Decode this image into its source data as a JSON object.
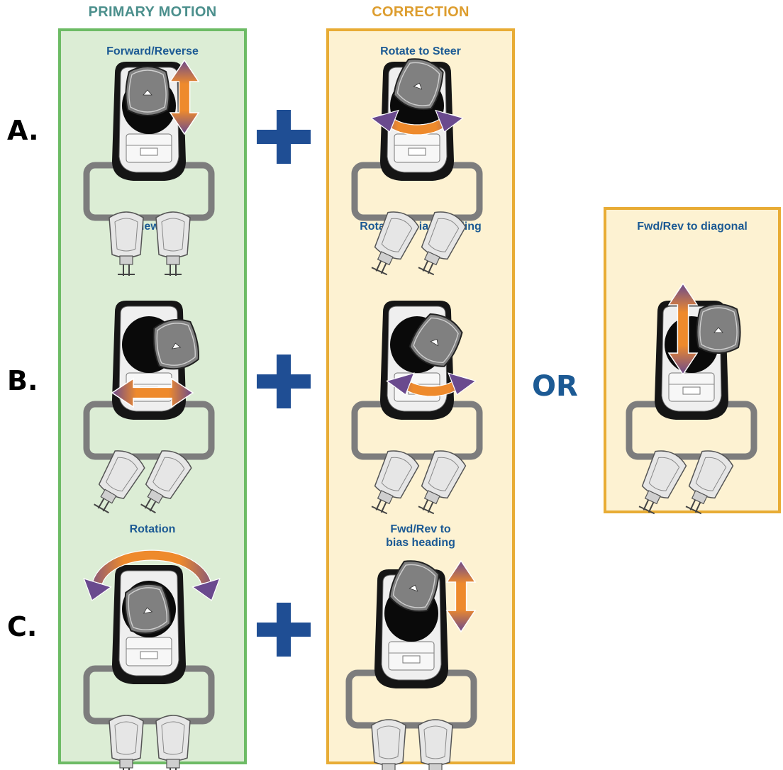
{
  "columns": {
    "primary": {
      "title": "PRIMARY MOTION",
      "color": "#4b8f8c"
    },
    "correction": {
      "title": "CORRECTION",
      "color": "#dd9d2e"
    }
  },
  "rows": [
    {
      "label": "A.",
      "primary_caption": "Forward/Reverse",
      "correction_caption": "Rotate to Steer"
    },
    {
      "label": "B.",
      "primary_caption": "Sideways",
      "correction_caption": "Rotate to bias heading"
    },
    {
      "label": "C.",
      "primary_caption": "Rotation",
      "correction_caption_line1": "Fwd/Rev to",
      "correction_caption_line2": "bias heading"
    }
  ],
  "alternative": {
    "or_label": "OR",
    "caption": "Fwd/Rev to diagonal"
  },
  "colors": {
    "caption_text": "#1c5a94",
    "plus_sign": "#1f4e94",
    "or_text": "#1c5a94",
    "arrow_orange": "#ee8a2c",
    "arrow_purple": "#6a4a8e",
    "panel_green_fill": "#dcedd5",
    "panel_green_border": "#6dbb65",
    "panel_yellow_fill": "#fdf2d2",
    "panel_yellow_border": "#e8ac35"
  },
  "icons": [
    "wheelchair-top-view-icon",
    "double-arrow-vertical-icon",
    "double-arrow-horizontal-icon",
    "curved-arrow-rotate-icon",
    "plus-icon"
  ]
}
